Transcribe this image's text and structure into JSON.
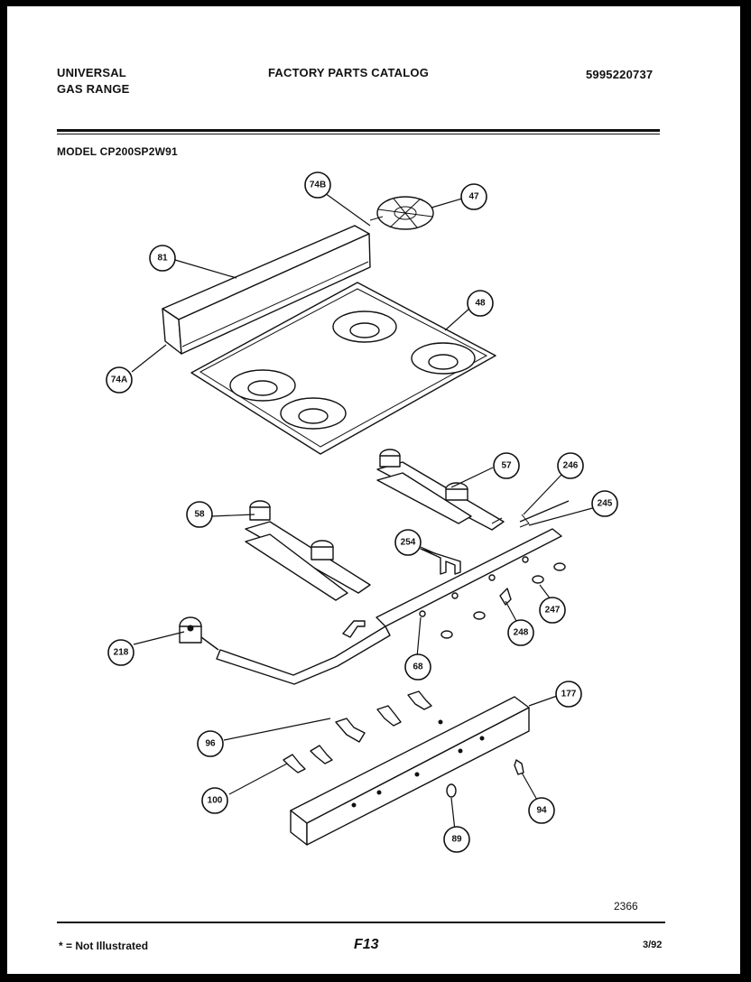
{
  "header": {
    "brand_line1": "UNIVERSAL",
    "brand_line2": "GAS RANGE",
    "catalog_title": "FACTORY PARTS CATALOG",
    "catalog_number": "5995220737",
    "model_label": "MODEL CP200SP2W91"
  },
  "callouts": [
    {
      "id": "74B",
      "name": "callout-74b"
    },
    {
      "id": "47",
      "name": "callout-47"
    },
    {
      "id": "81",
      "name": "callout-81"
    },
    {
      "id": "48",
      "name": "callout-48"
    },
    {
      "id": "74A",
      "name": "callout-74a"
    },
    {
      "id": "57",
      "name": "callout-57"
    },
    {
      "id": "246",
      "name": "callout-246"
    },
    {
      "id": "245",
      "name": "callout-245"
    },
    {
      "id": "58",
      "name": "callout-58"
    },
    {
      "id": "254",
      "name": "callout-254"
    },
    {
      "id": "247",
      "name": "callout-247"
    },
    {
      "id": "248",
      "name": "callout-248"
    },
    {
      "id": "218",
      "name": "callout-218"
    },
    {
      "id": "68",
      "name": "callout-68"
    },
    {
      "id": "177",
      "name": "callout-177"
    },
    {
      "id": "96",
      "name": "callout-96"
    },
    {
      "id": "100",
      "name": "callout-100"
    },
    {
      "id": "94",
      "name": "callout-94"
    },
    {
      "id": "89",
      "name": "callout-89"
    }
  ],
  "footer": {
    "figure_number": "2366",
    "note": "* = Not Illustrated",
    "page_code": "F13",
    "date": "3/92"
  }
}
